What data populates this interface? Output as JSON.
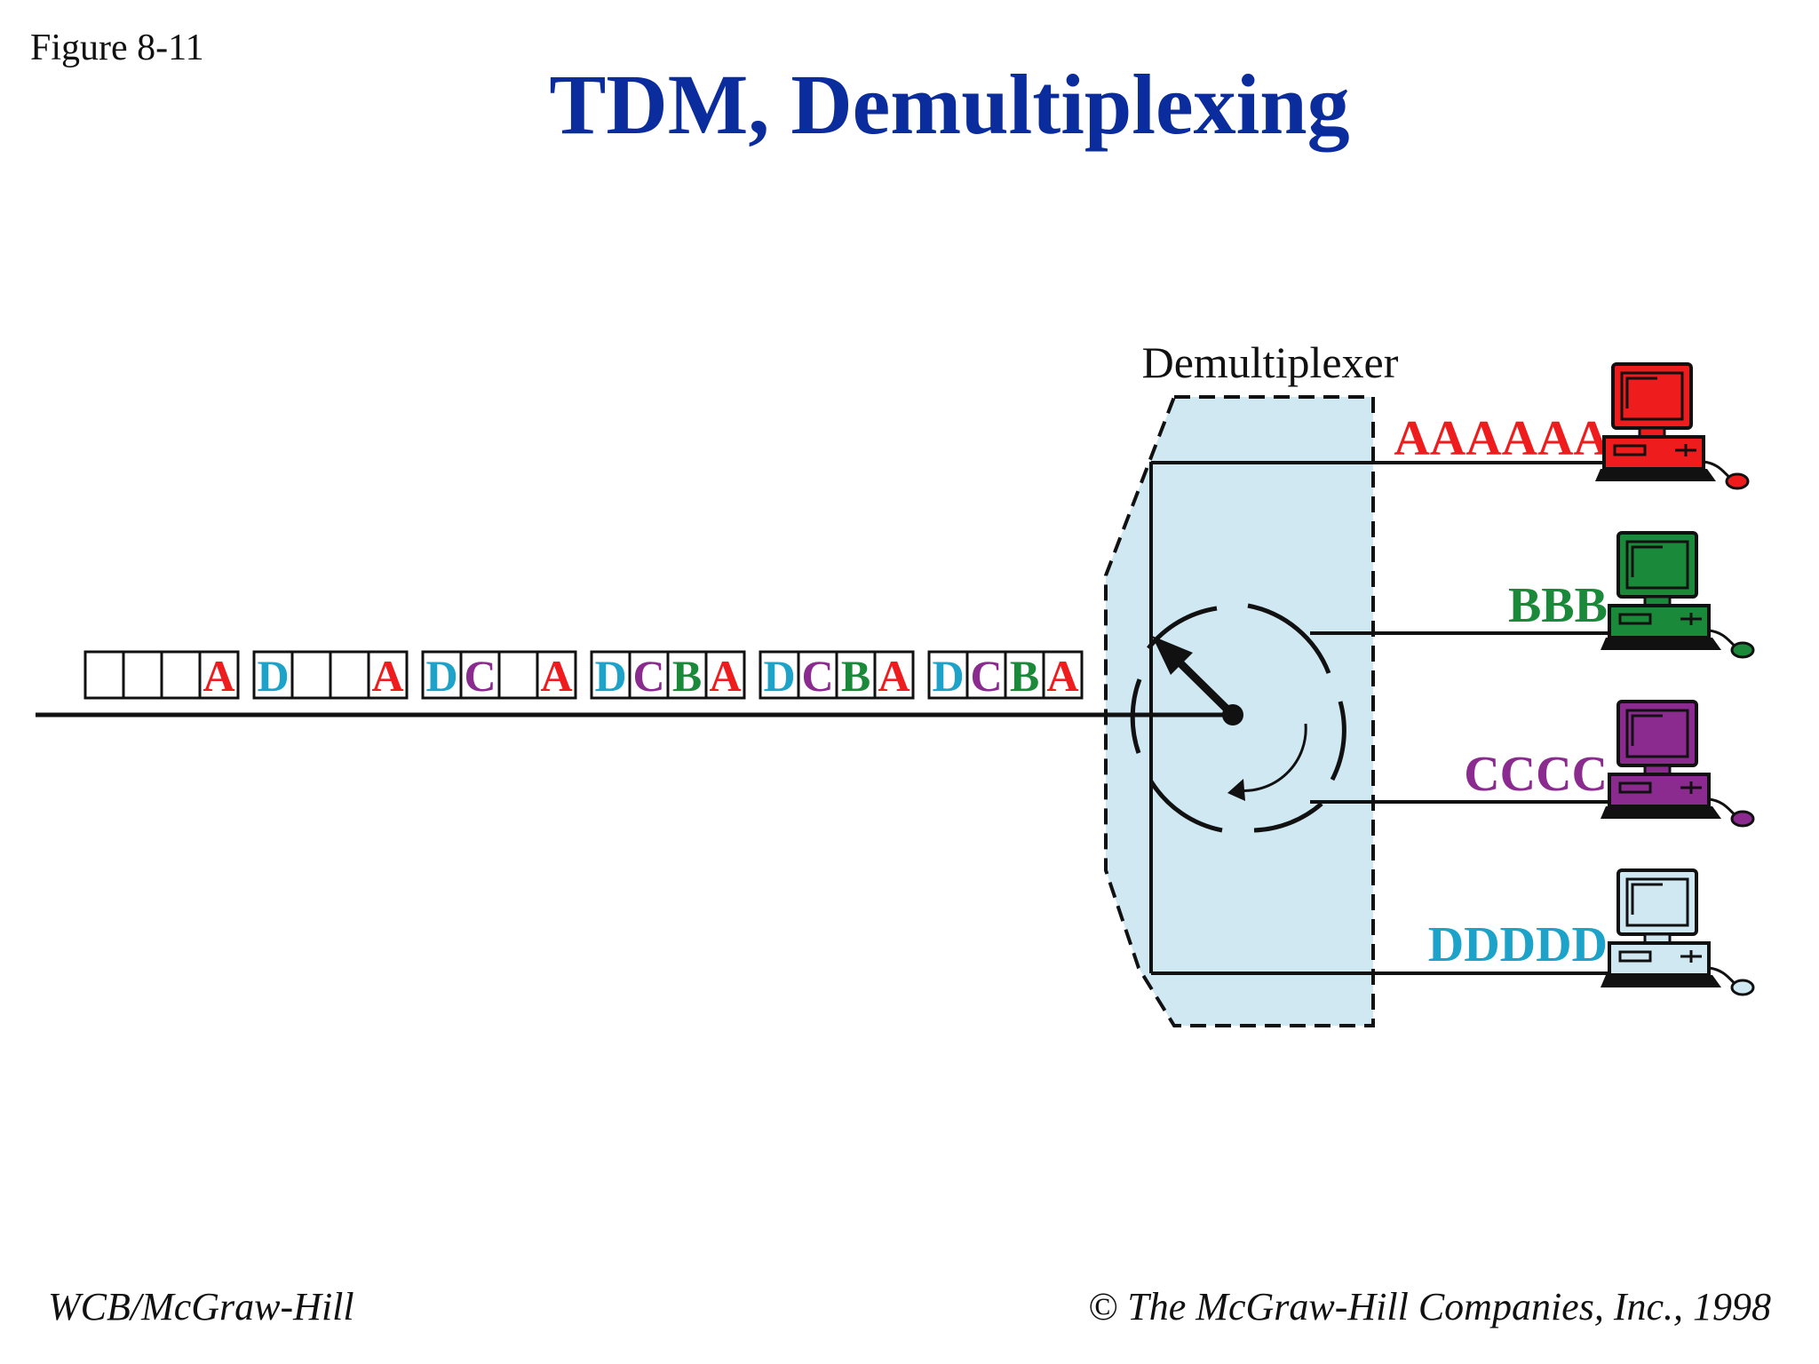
{
  "figure_label": "Figure 8-11",
  "title": "TDM, Demultiplexing",
  "demux_label": "Demultiplexer",
  "frames": [
    [
      "",
      "",
      "",
      "A"
    ],
    [
      "D",
      "",
      "",
      "A"
    ],
    [
      "D",
      "C",
      "",
      "A"
    ],
    [
      "D",
      "C",
      "B",
      "A"
    ],
    [
      "D",
      "C",
      "B",
      "A"
    ],
    [
      "D",
      "C",
      "B",
      "A"
    ]
  ],
  "outputs": [
    {
      "label": "AAAAAA",
      "channel": "A"
    },
    {
      "label": "BBB",
      "channel": "B"
    },
    {
      "label": "CCCC",
      "channel": "C"
    },
    {
      "label": "DDDDD",
      "channel": "D"
    }
  ],
  "colors": {
    "A": "#ee1c1c",
    "B": "#1a8a3a",
    "C": "#8b2a8f",
    "D": "#1da3c9",
    "title": "#0b2c9c",
    "demux_fill": "#cfe8f1"
  },
  "footer_left": "WCB/McGraw-Hill",
  "footer_right": "© The McGraw-Hill Companies, Inc., 1998"
}
